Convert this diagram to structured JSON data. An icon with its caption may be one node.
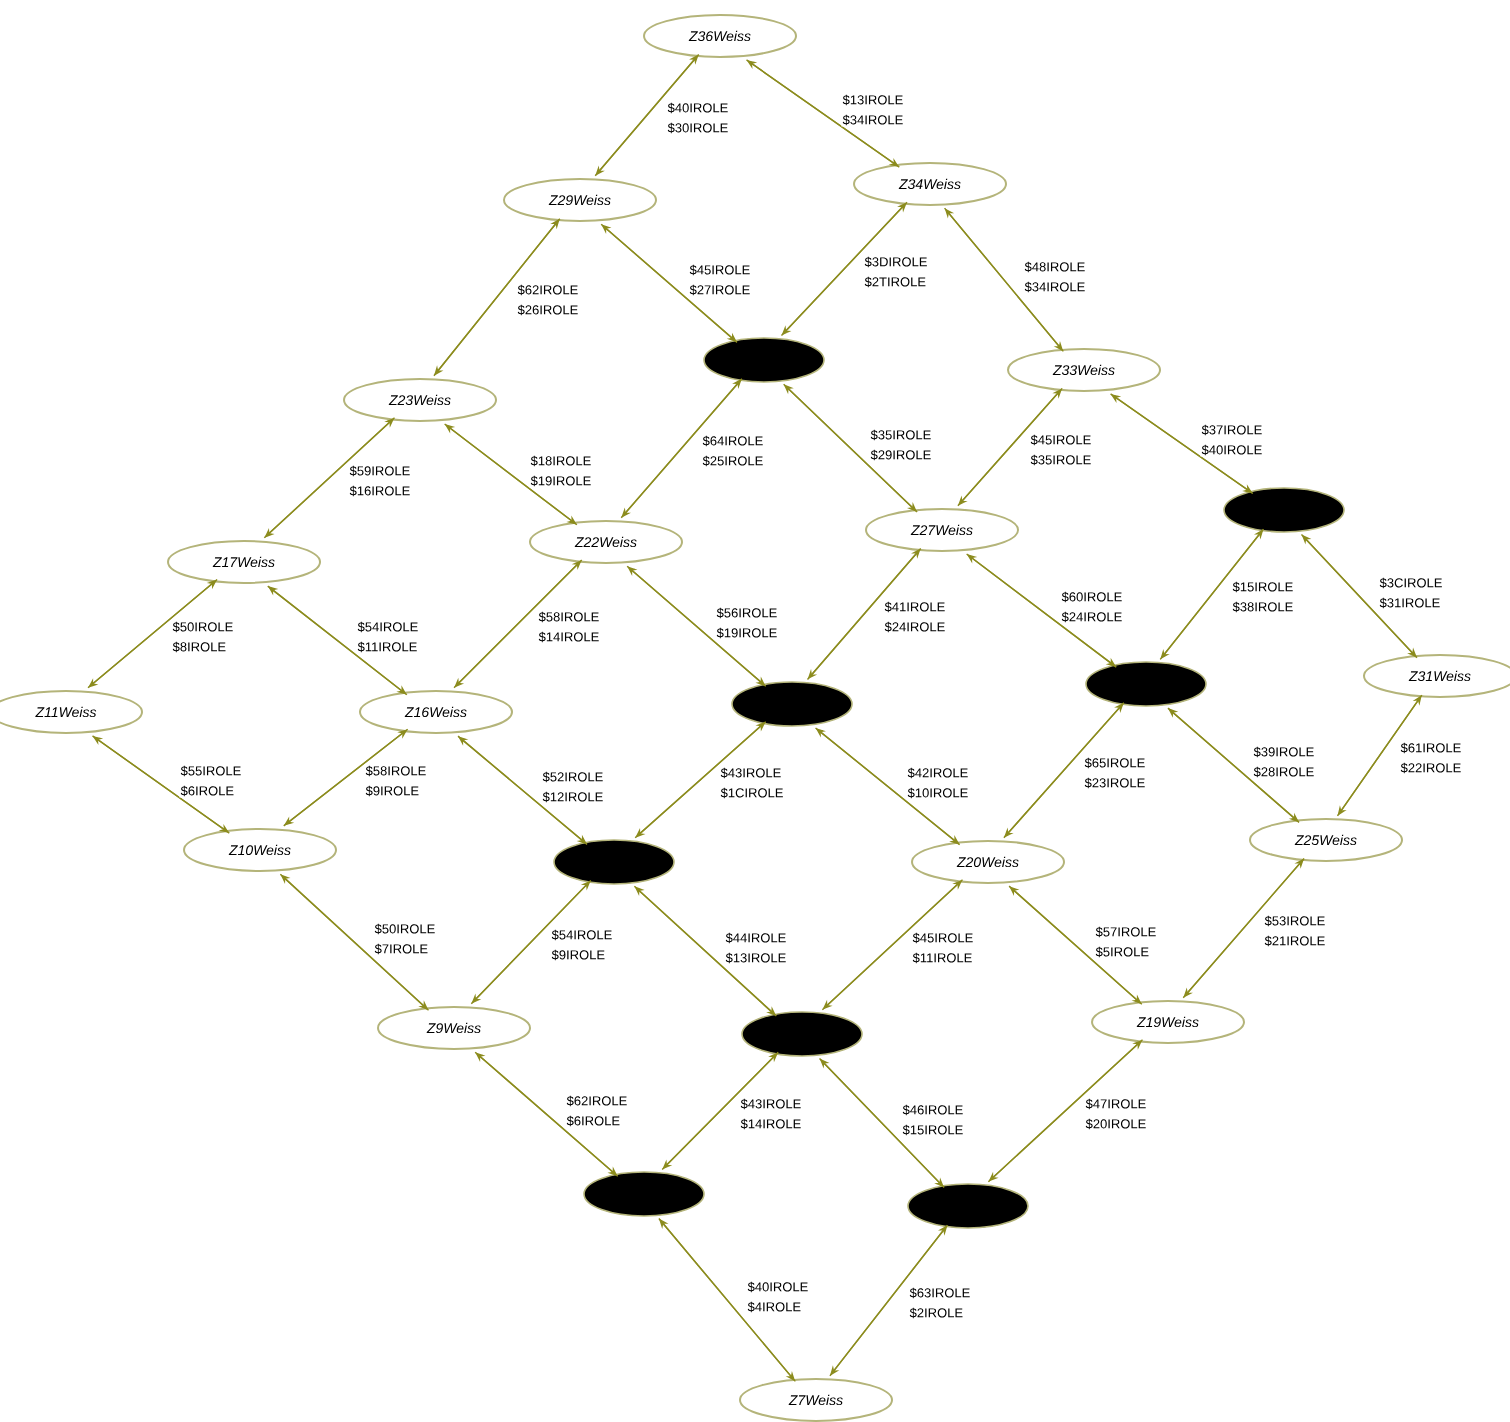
{
  "diagram": {
    "nodes": [
      {
        "text": [
          "Z36Weiss"
        ]
      },
      {
        "text": [
          "Z29Weiss"
        ]
      },
      {
        "text": [
          "Z34Weiss"
        ]
      },
      {
        "text": [],
        "shape": "ellipse"
      },
      {
        "text": [
          "Z33Weiss"
        ]
      },
      {
        "text": [
          "Z23Weiss"
        ]
      },
      {
        "text": [
          "Z22Weiss"
        ]
      },
      {
        "text": [
          "Z27Weiss"
        ]
      },
      {
        "text": [],
        "shape": "ellipse"
      },
      {
        "text": [
          "Z17Weiss"
        ]
      },
      {
        "text": [
          "Z11Weiss"
        ]
      },
      {
        "text": [
          "Z16Weiss"
        ]
      },
      {
        "text": [],
        "shape": "ellipse"
      },
      {
        "text": [],
        "shape": "ellipse"
      },
      {
        "text": [
          "Z31Weiss"
        ]
      },
      {
        "text": [
          "Z10Weiss"
        ]
      },
      {
        "text": [],
        "shape": "ellipse"
      },
      {
        "text": [
          "Z20Weiss"
        ]
      },
      {
        "text": [
          "Z25Weiss"
        ]
      },
      {
        "text": [
          "Z9Weiss"
        ]
      },
      {
        "text": [],
        "shape": "ellipse"
      },
      {
        "text": [
          "Z19Weiss"
        ]
      },
      {
        "text": [],
        "shape": "ellipse"
      },
      {
        "text": [],
        "shape": "ellipse"
      },
      {
        "text": [
          "Z7Weiss"
        ]
      }
    ],
    "edges": [
      {
        "from": 0,
        "to": 1,
        "arrow": "to",
        "label": "$40IROLE"
      },
      {
        "from": 1,
        "to": 0,
        "arrow": "to",
        "label": "$30IROLE"
      },
      {
        "from": 0,
        "to": 2,
        "arrow": "to",
        "label": "$13IROLE"
      },
      {
        "from": 2,
        "to": 0,
        "arrow": "to",
        "label": "$34IROLE"
      },
      {
        "from": 1,
        "to": 3,
        "arrow": "to",
        "label": "$45IROLE"
      },
      {
        "from": 3,
        "to": 1,
        "arrow": "to",
        "label": "$27IROLE"
      },
      {
        "from": 2,
        "to": 3,
        "arrow": "to",
        "label": "$3DIROLE"
      },
      {
        "from": 3,
        "to": 2,
        "arrow": "to",
        "label": "$2TIROLE"
      },
      {
        "from": 2,
        "to": 4,
        "arrow": "to",
        "label": "$48IROLE"
      },
      {
        "from": 4,
        "to": 2,
        "arrow": "to",
        "label": "$34IROLE"
      },
      {
        "from": 1,
        "to": 5,
        "arrow": "to",
        "label": "$62IROLE"
      },
      {
        "from": 5,
        "to": 1,
        "arrow": "to",
        "label": "$26IROLE"
      },
      {
        "from": 3,
        "to": 6,
        "arrow": "to",
        "label": "$64IROLE"
      },
      {
        "from": 6,
        "to": 3,
        "arrow": "to",
        "label": "$25IROLE"
      },
      {
        "from": 3,
        "to": 7,
        "arrow": "to",
        "label": "$35IROLE"
      },
      {
        "from": 7,
        "to": 3,
        "arrow": "to",
        "label": "$29IROLE"
      },
      {
        "from": 4,
        "to": 7,
        "arrow": "to",
        "label": "$45IROLE"
      },
      {
        "from": 7,
        "to": 4,
        "arrow": "to",
        "label": "$35IROLE"
      },
      {
        "from": 4,
        "to": 8,
        "arrow": "to",
        "label": "$37IROLE"
      },
      {
        "from": 8,
        "to": 4,
        "arrow": "to",
        "label": "$40IROLE"
      },
      {
        "from": 5,
        "to": 9,
        "arrow": "to",
        "label": "$59IROLE"
      },
      {
        "from": 9,
        "to": 5,
        "arrow": "to",
        "label": "$16IROLE"
      },
      {
        "from": 5,
        "to": 6,
        "arrow": "to",
        "label": "$18IROLE"
      },
      {
        "from": 6,
        "to": 5,
        "arrow": "to",
        "label": "$19IROLE"
      },
      {
        "from": 9,
        "to": 10,
        "arrow": "to",
        "label": "$50IROLE"
      },
      {
        "from": 10,
        "to": 9,
        "arrow": "to",
        "label": "$8IROLE"
      },
      {
        "from": 9,
        "to": 11,
        "arrow": "to",
        "label": "$54IROLE"
      },
      {
        "from": 11,
        "to": 9,
        "arrow": "to",
        "label": "$11IROLE"
      },
      {
        "from": 6,
        "to": 11,
        "arrow": "to",
        "label": "$58IROLE"
      },
      {
        "from": 11,
        "to": 6,
        "arrow": "to",
        "label": "$14IROLE"
      },
      {
        "from": 6,
        "to": 12,
        "arrow": "to",
        "label": "$56IROLE"
      },
      {
        "from": 12,
        "to": 6,
        "arrow": "to",
        "label": "$19IROLE"
      },
      {
        "from": 7,
        "to": 12,
        "arrow": "to",
        "label": "$41IROLE"
      },
      {
        "from": 12,
        "to": 7,
        "arrow": "to",
        "label": "$24IROLE"
      },
      {
        "from": 7,
        "to": 13,
        "arrow": "to",
        "label": "$60IROLE"
      },
      {
        "from": 13,
        "to": 7,
        "arrow": "to",
        "label": "$24IROLE"
      },
      {
        "from": 8,
        "to": 13,
        "arrow": "to",
        "label": "$15IROLE"
      },
      {
        "from": 13,
        "to": 8,
        "arrow": "to",
        "label": "$38IROLE"
      },
      {
        "from": 8,
        "to": 14,
        "arrow": "to",
        "label": "$3CIROLE"
      },
      {
        "from": 14,
        "to": 8,
        "arrow": "to",
        "label": "$31IROLE"
      },
      {
        "from": 10,
        "to": 15,
        "arrow": "to",
        "label": "$55IROLE"
      },
      {
        "from": 15,
        "to": 10,
        "arrow": "to",
        "label": "$6IROLE"
      },
      {
        "from": 11,
        "to": 15,
        "arrow": "to",
        "label": "$58IROLE"
      },
      {
        "from": 15,
        "to": 11,
        "arrow": "to",
        "label": "$9IROLE"
      },
      {
        "from": 11,
        "to": 16,
        "arrow": "to",
        "label": "$52IROLE"
      },
      {
        "from": 16,
        "to": 11,
        "arrow": "to",
        "label": "$12IROLE"
      },
      {
        "from": 12,
        "to": 16,
        "arrow": "to",
        "label": "$43IROLE"
      },
      {
        "from": 16,
        "to": 12,
        "arrow": "to",
        "label": "$1CIROLE"
      },
      {
        "from": 12,
        "to": 17,
        "arrow": "to",
        "label": "$42IROLE"
      },
      {
        "from": 17,
        "to": 12,
        "arrow": "to",
        "label": "$10IROLE"
      },
      {
        "from": 13,
        "to": 17,
        "arrow": "to",
        "label": "$65IROLE"
      },
      {
        "from": 17,
        "to": 13,
        "arrow": "to",
        "label": "$23IROLE"
      },
      {
        "from": 13,
        "to": 18,
        "arrow": "to",
        "label": "$39IROLE"
      },
      {
        "from": 18,
        "to": 13,
        "arrow": "to",
        "label": "$28IROLE"
      },
      {
        "from": 14,
        "to": 18,
        "arrow": "to",
        "label": "$61IROLE"
      },
      {
        "from": 18,
        "to": 14,
        "arrow": "to",
        "label": "$22IROLE"
      },
      {
        "from": 15,
        "to": 19,
        "arrow": "to",
        "label": "$50IROLE"
      },
      {
        "from": 19,
        "to": 15,
        "arrow": "to",
        "label": "$7IROLE"
      },
      {
        "from": 16,
        "to": 19,
        "arrow": "to",
        "label": "$54IROLE"
      },
      {
        "from": 19,
        "to": 16,
        "arrow": "to",
        "label": "$9IROLE"
      },
      {
        "from": 16,
        "to": 20,
        "arrow": "to",
        "label": "$44IROLE"
      },
      {
        "from": 20,
        "to": 16,
        "arrow": "to",
        "label": "$13IROLE"
      },
      {
        "from": 17,
        "to": 20,
        "arrow": "to",
        "label": "$45IROLE"
      },
      {
        "from": 20,
        "to": 17,
        "arrow": "to",
        "label": "$11IROLE"
      },
      {
        "from": 17,
        "to": 21,
        "arrow": "to",
        "label": "$57IROLE"
      },
      {
        "from": 21,
        "to": 17,
        "arrow": "to",
        "label": "$5IROLE"
      },
      {
        "from": 18,
        "to": 21,
        "arrow": "to",
        "label": "$53IROLE"
      },
      {
        "from": 21,
        "to": 18,
        "arrow": "to",
        "label": "$21IROLE"
      },
      {
        "from": 19,
        "to": 22,
        "arrow": "to",
        "label": "$62IROLE"
      },
      {
        "from": 22,
        "to": 19,
        "arrow": "to",
        "label": "$6IROLE"
      },
      {
        "from": 20,
        "to": 22,
        "arrow": "to",
        "label": "$43IROLE"
      },
      {
        "from": 22,
        "to": 20,
        "arrow": "to",
        "label": "$14IROLE"
      },
      {
        "from": 20,
        "to": 23,
        "arrow": "to",
        "label": "$46IROLE"
      },
      {
        "from": 23,
        "to": 20,
        "arrow": "to",
        "label": "$15IROLE"
      },
      {
        "from": 21,
        "to": 23,
        "arrow": "to",
        "label": "$47IROLE"
      },
      {
        "from": 23,
        "to": 21,
        "arrow": "to",
        "label": "$20IROLE"
      },
      {
        "from": 22,
        "to": 24,
        "arrow": "to",
        "label": "$40IROLE"
      },
      {
        "from": 24,
        "to": 22,
        "arrow": "to",
        "label": "$4IROLE"
      },
      {
        "from": 23,
        "to": 24,
        "arrow": "to",
        "label": "$63IROLE"
      },
      {
        "from": 24,
        "to": 23,
        "arrow": "to",
        "label": "$2IROLE"
      }
    ]
  }
}
